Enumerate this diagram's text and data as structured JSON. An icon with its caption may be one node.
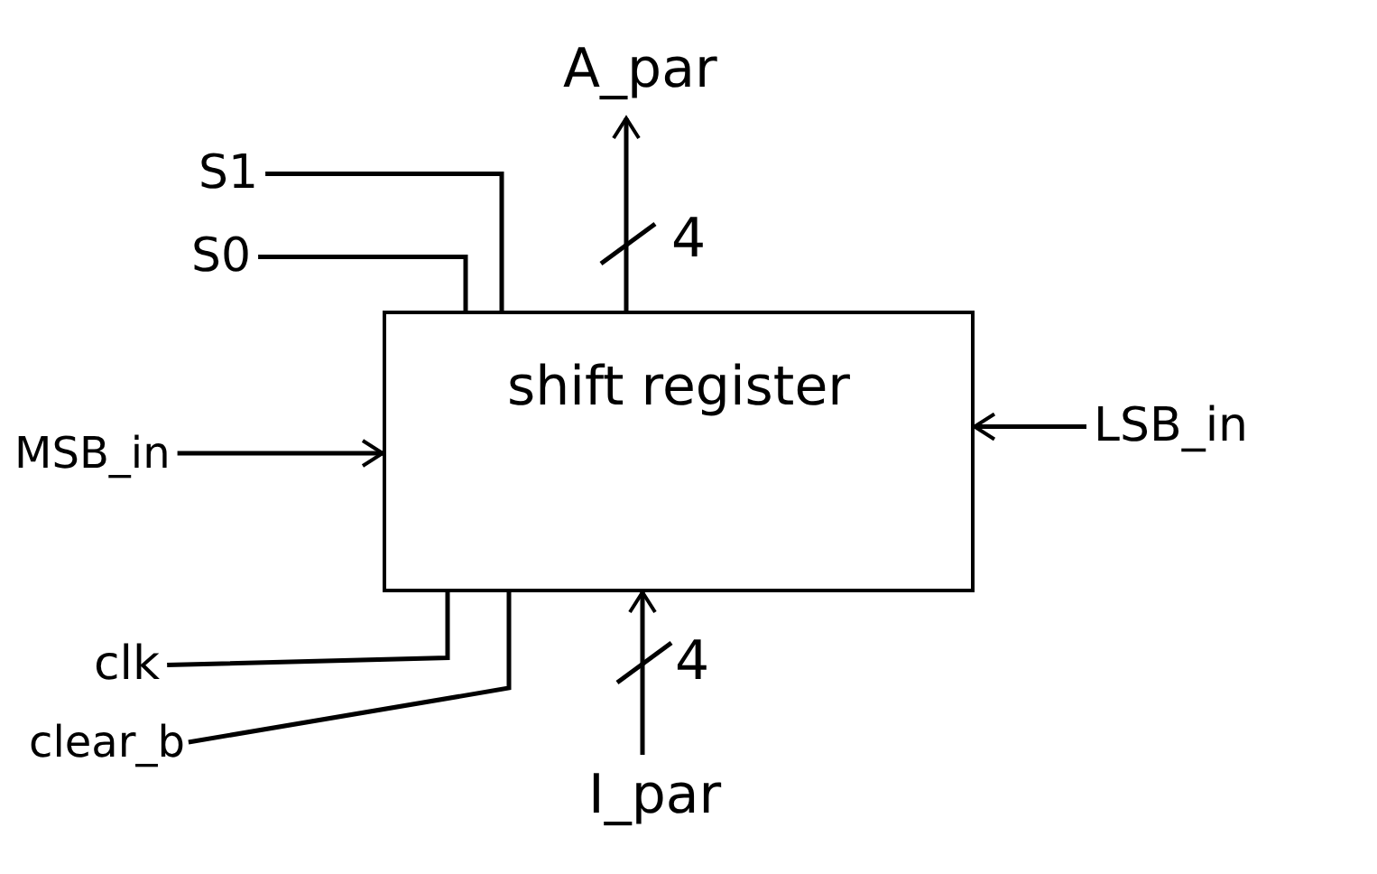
{
  "diagram": {
    "nodes": [
      {
        "text": [
          "shift register"
        ]
      },
      {
        "text": [
          "S1"
        ]
      },
      {
        "text": [
          "S0"
        ]
      },
      {
        "text": [
          "MSB_in"
        ]
      },
      {
        "text": [
          "LSB_in"
        ]
      },
      {
        "text": [
          "clk"
        ]
      },
      {
        "text": [
          "clear_b"
        ]
      },
      {
        "text": [
          "A_par"
        ]
      },
      {
        "text": [
          "I_par"
        ]
      }
    ],
    "edges": [
      {
        "from": 1,
        "to": 0,
        "arrow": "none"
      },
      {
        "from": 2,
        "to": 0,
        "arrow": "none"
      },
      {
        "from": 3,
        "to": 0,
        "arrow": "to"
      },
      {
        "from": 4,
        "to": 0,
        "arrow": "to"
      },
      {
        "from": 5,
        "to": 0,
        "arrow": "none"
      },
      {
        "from": 6,
        "to": 0,
        "arrow": "none"
      },
      {
        "from": 0,
        "to": 7,
        "arrow": "to",
        "label": "4"
      },
      {
        "from": 8,
        "to": 0,
        "arrow": "to",
        "label": "4"
      }
    ]
  }
}
